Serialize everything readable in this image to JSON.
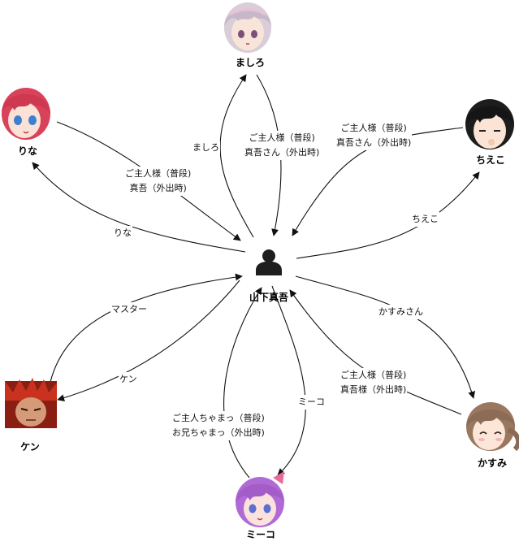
{
  "nodes": {
    "center": "山下真吾",
    "mashiro": "ましろ",
    "rina": "りな",
    "chieko": "ちえこ",
    "ken": "ケン",
    "kasumi": "かすみ",
    "miko": "ミーコ"
  },
  "edges": {
    "to_mashiro": "ましろ",
    "from_mashiro": [
      "ご主人様（普段)",
      "真吾さん（外出時)"
    ],
    "from_chieko": [
      "ご主人様（普段)",
      "真吾さん（外出時)"
    ],
    "from_rina": [
      "ご主人様（普段)",
      "真吾（外出時)"
    ],
    "to_rina": "りな",
    "to_chieko": "ちえこ",
    "from_ken": "マスター",
    "to_kasumi": "かすみさん",
    "to_ken": "ケン",
    "from_kasumi": [
      "ご主人様（普段)",
      "真吾様（外出時)"
    ],
    "to_miko": "ミーコ",
    "from_miko": [
      "ご主人ちゃまっ（普段)",
      "お兄ちゃまっ（外出時)"
    ]
  }
}
